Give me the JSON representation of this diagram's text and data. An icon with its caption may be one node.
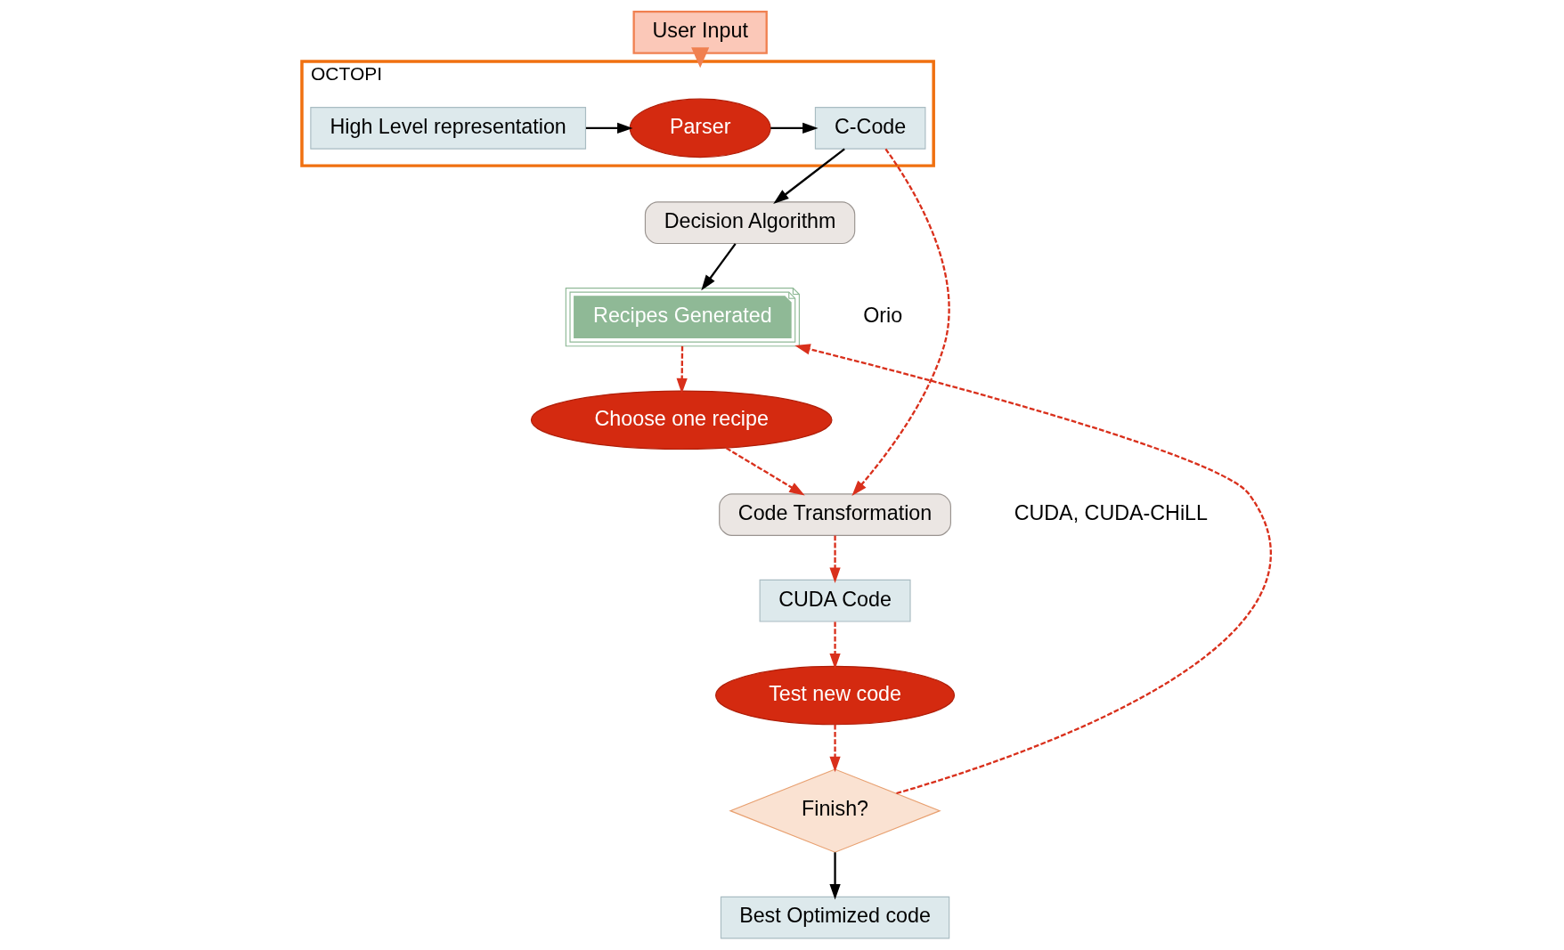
{
  "diagram": {
    "nodes": [
      {
        "text": [
          "OCTOPI"
        ]
      },
      {
        "text": [
          "High Level representation"
        ],
        "in": 0
      },
      {
        "text": [
          "Parser"
        ],
        "in": 0
      },
      {
        "text": [
          "C-Code"
        ],
        "in": 0
      },
      {
        "text": [
          "Decision Algorithm"
        ]
      },
      {
        "text": [
          "Recipes Generated"
        ],
        "beside": [
          "Orio"
        ]
      },
      {
        "text": [
          "Code Transformation"
        ],
        "beside": [
          "CUDA, CUDA-CHiLL"
        ]
      },
      {
        "text": [
          "Choose one recipe"
        ]
      },
      {
        "text": [
          "User Input"
        ]
      },
      {
        "text": [
          "CUDA Code"
        ]
      },
      {
        "text": [
          "Test new code"
        ]
      },
      {
        "text": [
          "Finish?"
        ]
      },
      {
        "text": [
          "Best Optimized code"
        ]
      }
    ],
    "edges": [
      {
        "from": 1,
        "to": 2,
        "arrow": "to",
        "color": "#000000"
      },
      {
        "from": 2,
        "to": 3,
        "arrow": "to",
        "color": "#000000"
      },
      {
        "from": 3,
        "to": 4,
        "arrow": "to",
        "color": "#000000"
      },
      {
        "from": 4,
        "to": 5,
        "arrow": "to",
        "color": "#000000"
      },
      {
        "from": 8,
        "to": 0,
        "arrow": "to",
        "style": "thick",
        "color": "#f08050"
      },
      {
        "from": 3,
        "to": 6,
        "arrow": "to",
        "style": "dashed"
      },
      {
        "from": 5,
        "to": 7,
        "arrow": "to",
        "style": "dashed"
      },
      {
        "from": 7,
        "to": 6,
        "arrow": "to",
        "style": "dashed"
      },
      {
        "from": 6,
        "to": 9,
        "arrow": "to",
        "style": "dashed"
      },
      {
        "from": 9,
        "to": 10,
        "arrow": "to",
        "style": "dashed"
      },
      {
        "from": 10,
        "to": 11,
        "arrow": "to",
        "style": "dashed"
      },
      {
        "from": 11,
        "to": 12,
        "arrow": "to",
        "color": "#000000"
      },
      {
        "from": 11,
        "to": 5,
        "arrow": "to",
        "style": "dashed"
      }
    ]
  }
}
